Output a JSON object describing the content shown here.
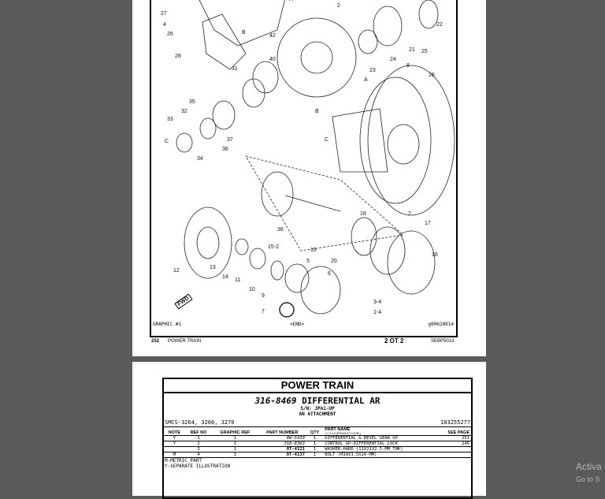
{
  "page1": {
    "callouts": [
      "27",
      "4",
      "26",
      "28",
      "B",
      "A",
      "2",
      "42",
      "22",
      "21",
      "25",
      "24",
      "23",
      "40",
      "31",
      "35",
      "8",
      "28",
      "32",
      "33",
      "C",
      "34",
      "36",
      "37",
      "A",
      "B",
      "C",
      "38",
      "15-2",
      "18",
      "2",
      "17",
      "12",
      "13",
      "14",
      "11",
      "10",
      "9",
      "5",
      "19",
      "20",
      "16",
      "6",
      "3-4",
      "1-4",
      "7"
    ],
    "fwd_label": "FWD",
    "graphic_label": "GRAPHIC #1",
    "end_label": "<END>",
    "graphic_id": "g00628014",
    "page_number": "252",
    "section": "POWER TRAIN",
    "page_of": "2 OT 2",
    "doc_id": "SEBP5013"
  },
  "page2": {
    "section_title": "POWER TRAIN",
    "part_no": "316-8469",
    "part_title": "DIFFERENTIAL AR",
    "serial": "S/N: JPA1-UP",
    "attachment": "AN ATTACHMENT",
    "smcs": "SMCS-3264, 3266, 3270",
    "ref_id": "103255277",
    "headers": {
      "note": "NOTE",
      "ref_no": "REF NO",
      "graphic_ref": "GRAPHIC REF",
      "part_number": "PART NUMBER",
      "qty": "QTY",
      "part_name": "PART NAME",
      "levels": "1 2 3 4 5 (PRODUCT LEVEL)",
      "see_page": "SEE PAGE"
    },
    "rows": [
      {
        "note": "Y",
        "ref": "1",
        "graphic": "1",
        "part": "8W-5430",
        "qty": "1",
        "name": "DIFFERENTIAL & BEVEL GEAR GP",
        "page": "251"
      },
      {
        "note": "Y",
        "ref": "2",
        "graphic": "1",
        "part": "316-8363",
        "qty": "1",
        "name": "CONTROL GP-DIFFERENTIAL LOCK",
        "page": "246"
      },
      {
        "note": "",
        "ref": "3",
        "graphic": "1",
        "part": "8T-4121",
        "qty": "1",
        "name": "WASHER-HARD (11X21X2.5-MM THK)",
        "page": ""
      },
      {
        "note": "M",
        "ref": "4",
        "graphic": "1",
        "part": "8T-4137",
        "qty": "1",
        "name": "BOLT (M10X1.5X20-MM)",
        "page": ""
      }
    ],
    "notes": [
      "M-METRIC PART",
      "Y-SEPARATE ILLUSTRATION"
    ]
  },
  "watermark": {
    "line1": "Activa",
    "line2": "Go to S"
  }
}
